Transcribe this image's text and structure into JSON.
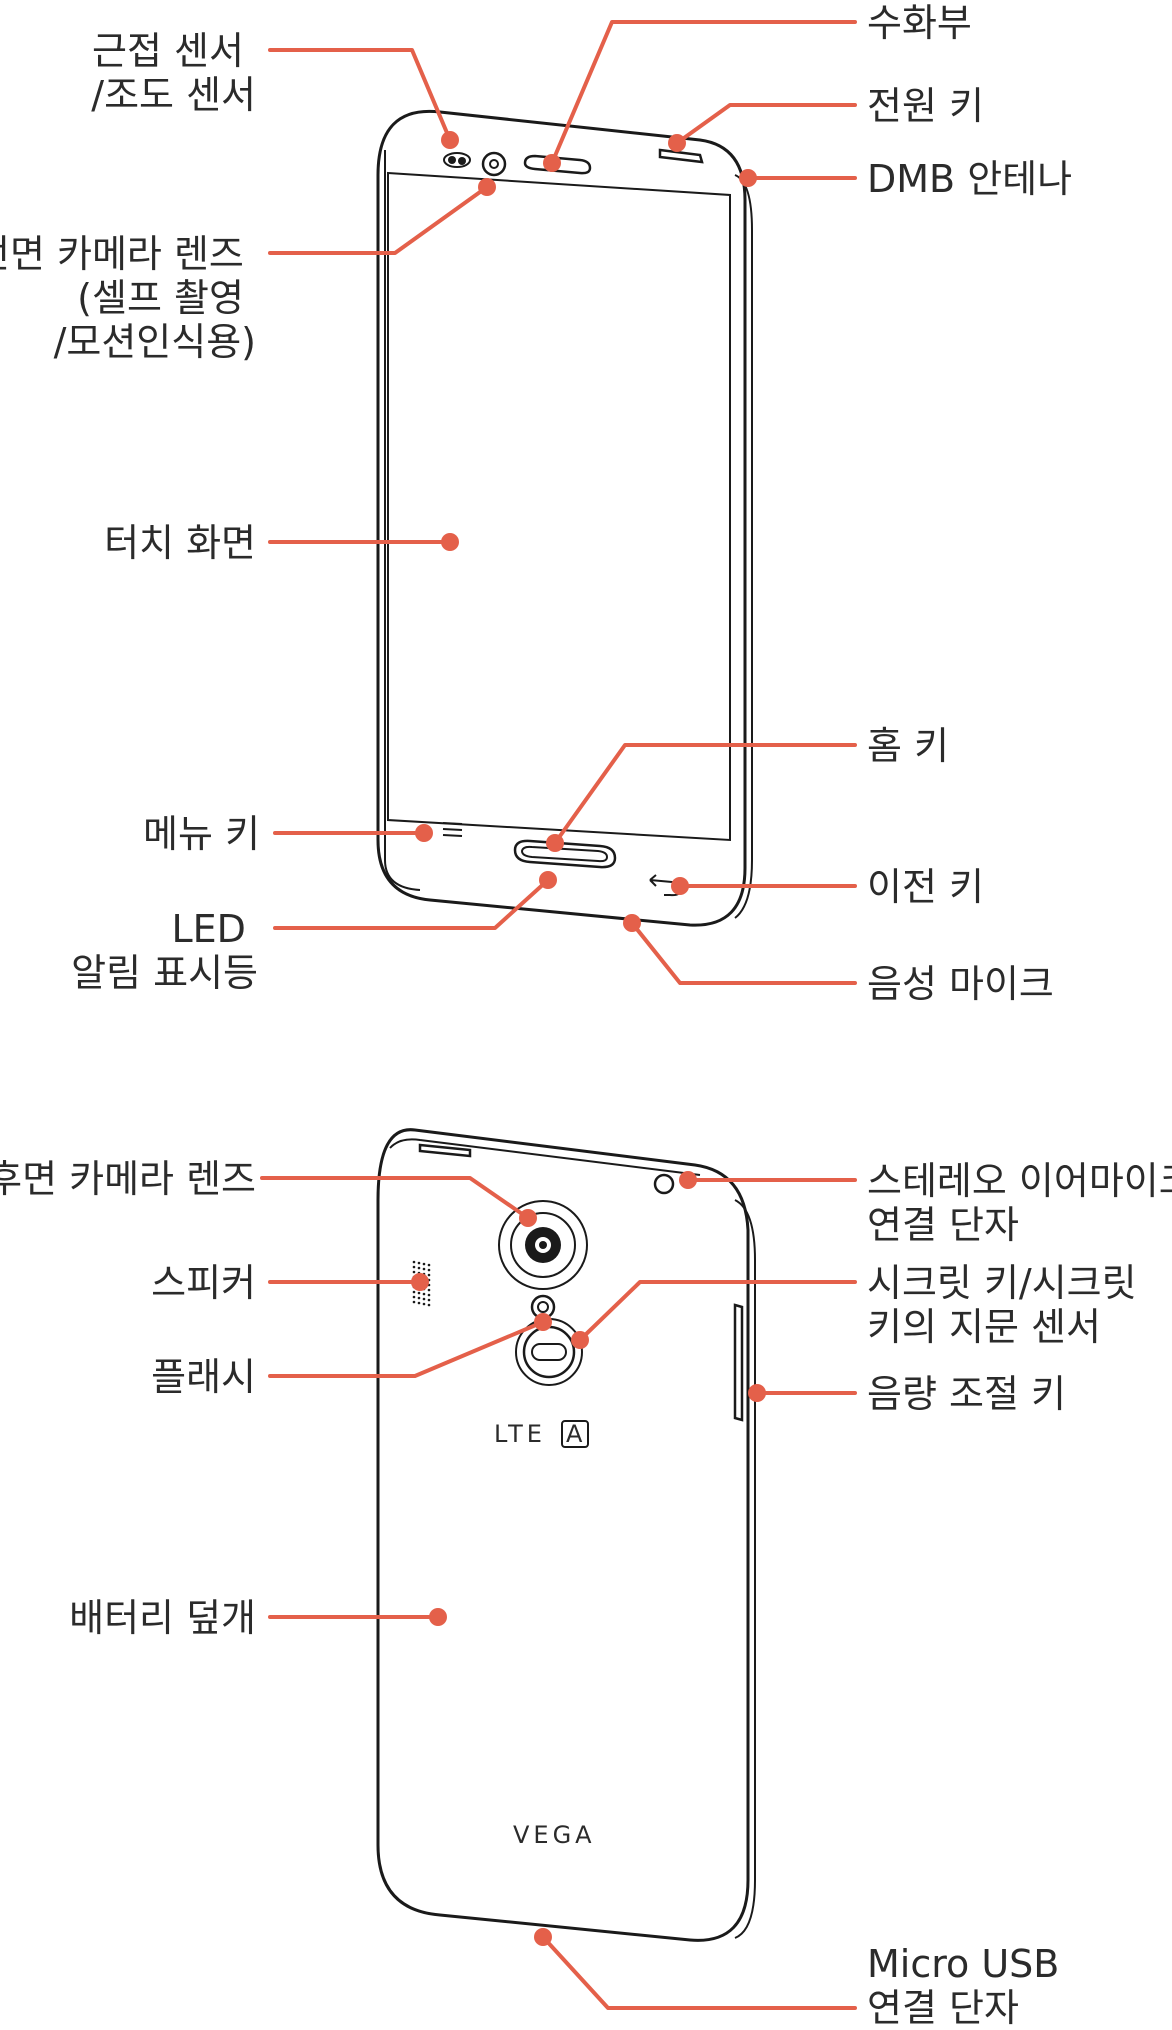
{
  "front": {
    "labels": {
      "proximity_sensor": [
        "근접 센서",
        "/조도 센서"
      ],
      "front_camera": [
        "전면 카메라 렌즈",
        "(셀프 촬영",
        "/모션인식용)"
      ],
      "touch_screen": [
        "터치 화면"
      ],
      "menu_key": [
        "메뉴 키"
      ],
      "led": [
        "LED",
        "알림 표시등"
      ],
      "receiver": [
        "수화부"
      ],
      "power_key": [
        "전원 키"
      ],
      "dmb_antenna": [
        "DMB 안테나"
      ],
      "home_key": [
        "홈 키"
      ],
      "back_key": [
        "이전 키"
      ],
      "microphone": [
        "음성 마이크"
      ]
    }
  },
  "back": {
    "labels": {
      "rear_camera": [
        "후면 카메라 렌즈"
      ],
      "speaker": [
        "스피커"
      ],
      "flash": [
        "플래시"
      ],
      "battery_cover": [
        "배터리 덮개"
      ],
      "earphone_jack": [
        "스테레오 이어마이크",
        "연결 단자"
      ],
      "secret_key": [
        "시크릿 키/시크릿",
        "키의 지문 센서"
      ],
      "volume_key": [
        "음량 조절 키"
      ],
      "usb_port": [
        "Micro USB",
        "연결 단자"
      ]
    },
    "markings": {
      "network_logo": "LTE",
      "network_logo_badge": "A",
      "brand": "VEGA"
    }
  },
  "colors": {
    "callout": "#e4604a",
    "outline": "#1a1a1a",
    "text": "#2b2b2b"
  }
}
